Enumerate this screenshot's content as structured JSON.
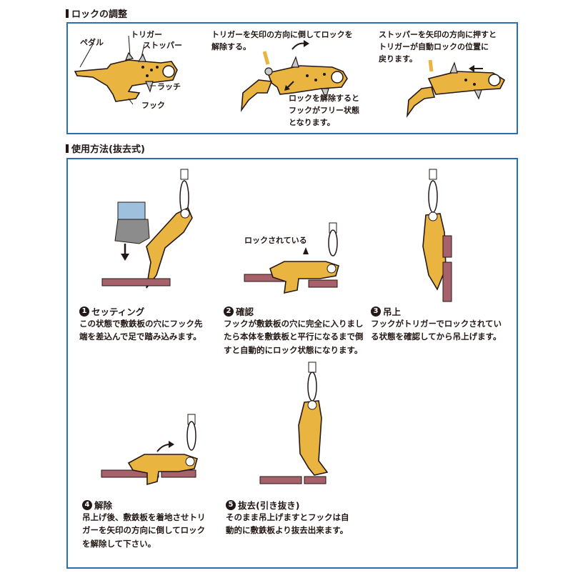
{
  "sections": {
    "lock_adjust": {
      "title": "ロックの調整"
    },
    "usage": {
      "title": "使用方法(抜去式)"
    }
  },
  "parts": {
    "pedal": "ペダル",
    "trigger": "トリガー",
    "stopper": "ストッパー",
    "latch": "ラッチ",
    "hook": "フック"
  },
  "lock_notes": {
    "release_trigger": [
      "トリガーを矢印の方向に倒してロックを",
      "解除する。"
    ],
    "free_state": [
      "ロックを解除すると",
      "フックがフリー状態",
      "となります。"
    ],
    "auto_lock": [
      "ストッパーを矢印の方向に押すと",
      "トリガーが自動ロックの位置に",
      "戻ります。"
    ]
  },
  "callouts": {
    "locked": "ロックされている"
  },
  "steps": [
    {
      "number": "1",
      "title": "セッティング",
      "lines": [
        "この状態で敷鉄板の穴にフック先",
        "端を差込んで足で踏み込みます。"
      ]
    },
    {
      "number": "2",
      "title": "確認",
      "lines": [
        "フックが敷鉄板の穴に完全に入りまし",
        "たら本体を敷鉄板と平行になるまで倒",
        "すと自動的にロック状態になります。"
      ]
    },
    {
      "number": "3",
      "title": "吊上",
      "lines": [
        "フックがトリガーでロックされてい",
        "る状態を確認してから吊上げます。"
      ]
    },
    {
      "number": "4",
      "title": "解除",
      "lines": [
        "吊上げ後、敷鉄板を着地させトリ",
        "ガーを矢印の方向に倒してロック",
        "を解除して下さい。"
      ]
    },
    {
      "number": "5",
      "title": "抜去(引き抜き)",
      "lines": [
        "そのまま吊上げますとフックは自",
        "動的に敷鉄板より抜去出来ます。"
      ]
    }
  ],
  "colors": {
    "frame": "#2a6fb3",
    "clamp_body": "#e9b440",
    "plate": "#a7616b",
    "text": "#231815"
  }
}
